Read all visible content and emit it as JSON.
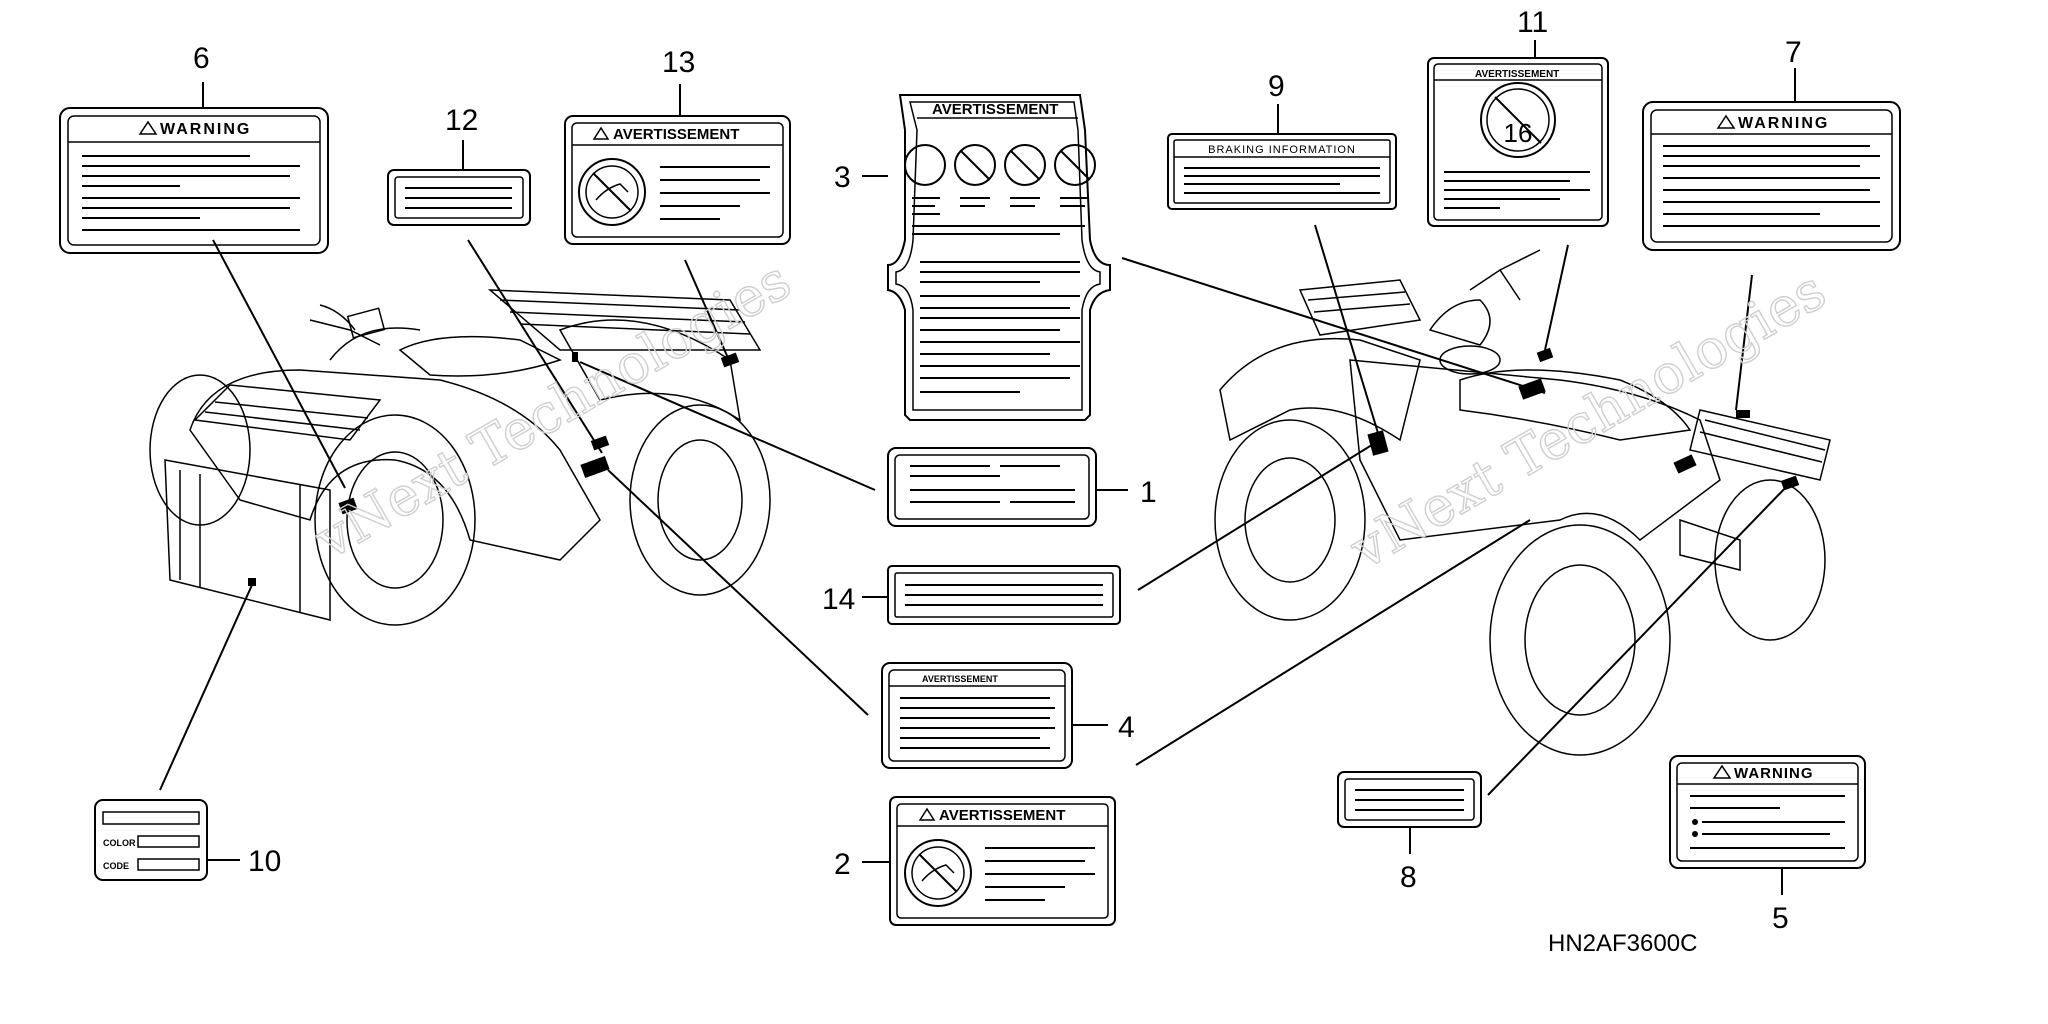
{
  "labels": {
    "warning": "WARNING",
    "avertissement": "AVERTISSEMENT",
    "braking_information": "BRAKING INFORMATION",
    "color": "COLOR",
    "code": "CODE",
    "age": "16"
  },
  "callouts": [
    "1",
    "2",
    "3",
    "4",
    "5",
    "6",
    "7",
    "8",
    "9",
    "10",
    "11",
    "12",
    "13",
    "14"
  ],
  "part_code": "HN2AF3600C",
  "watermark": "vNext Technologies"
}
